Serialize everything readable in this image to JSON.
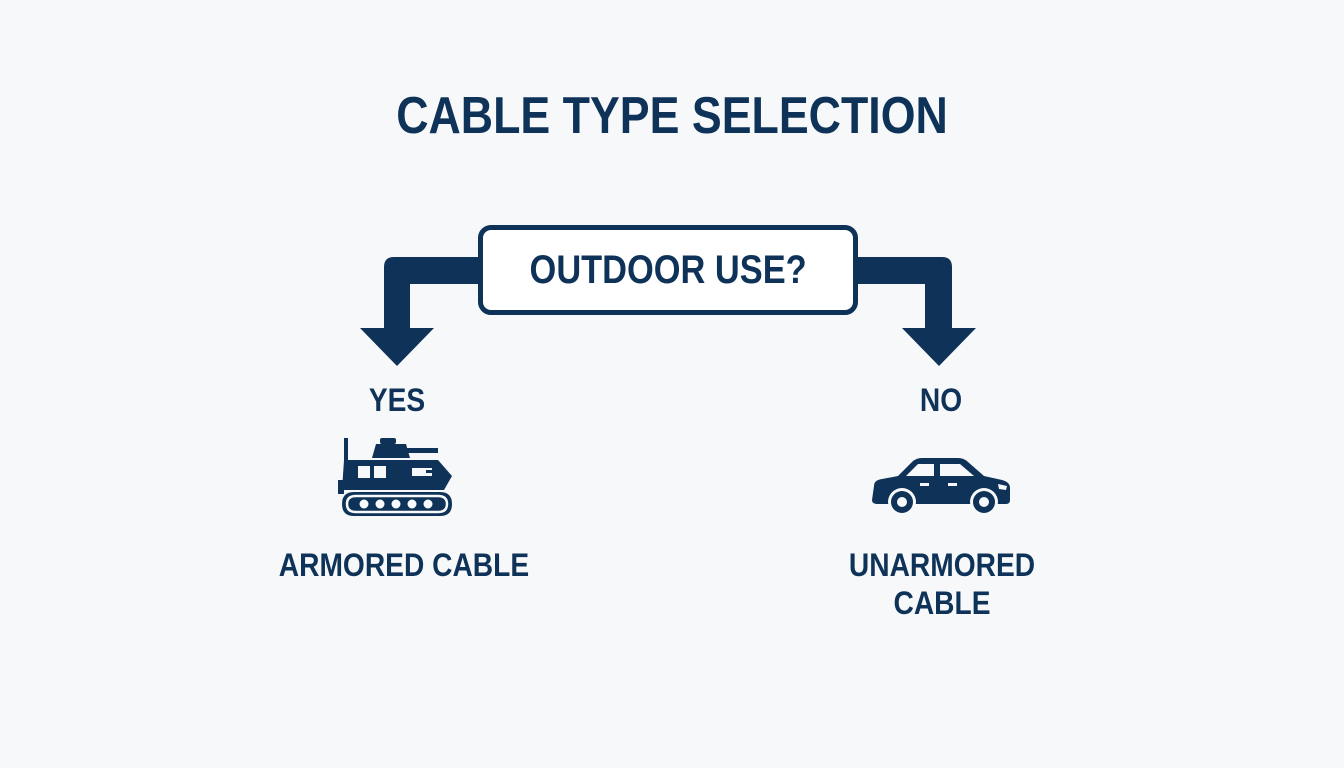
{
  "title": "CABLE TYPE SELECTION",
  "decision": {
    "question": "OUTDOOR USE?"
  },
  "branches": {
    "yes": {
      "label": "YES",
      "icon": "tank-icon",
      "result_line1": "ARMORED CABLE"
    },
    "no": {
      "label": "NO",
      "icon": "car-icon",
      "result_line1": "UNARMORED",
      "result_line2": "CABLE"
    }
  },
  "colors": {
    "primary": "#0f3358",
    "background": "#f7f8f9",
    "box_fill": "#ffffff"
  }
}
